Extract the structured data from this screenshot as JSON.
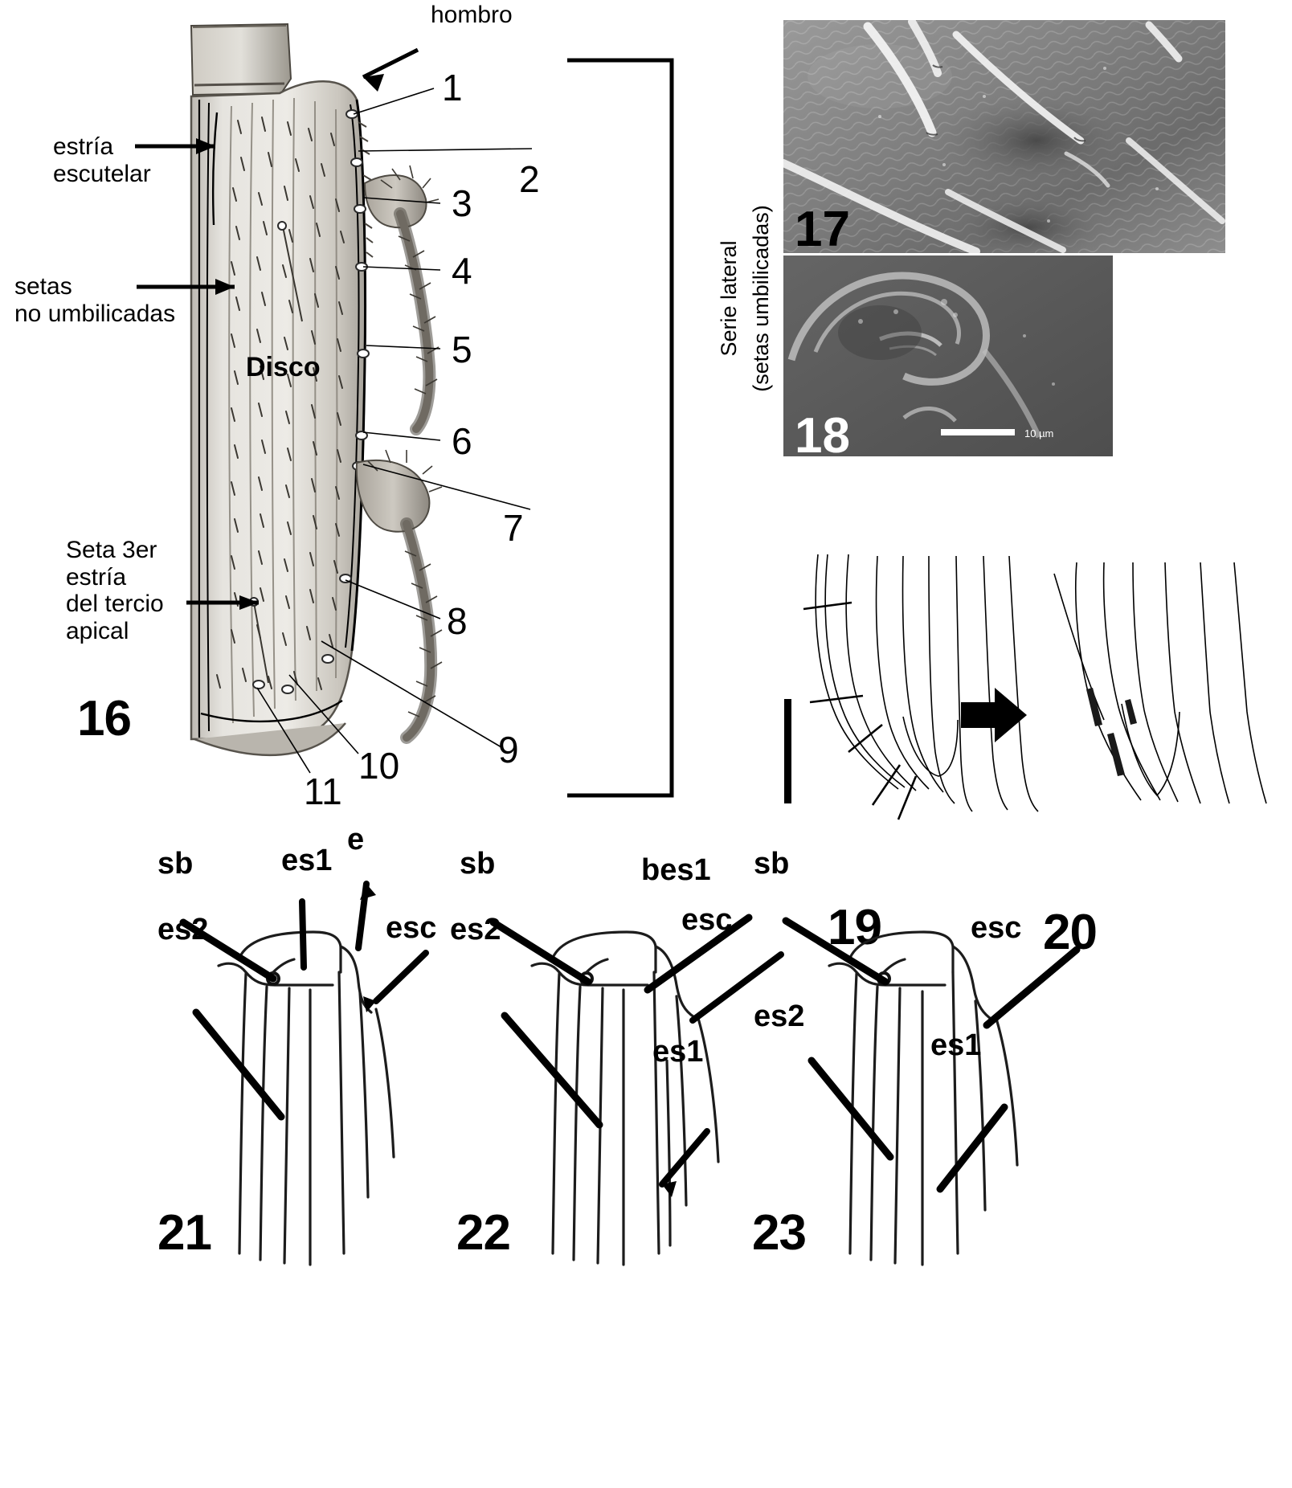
{
  "figure": {
    "type": "scientific-plate",
    "language": "es",
    "panels": [
      "16",
      "17",
      "18",
      "19",
      "20",
      "21",
      "22",
      "23"
    ]
  },
  "panel16": {
    "number": "16",
    "kind": "line-drawing-elytron",
    "disc_label": "Disco",
    "annotations": [
      {
        "id": "hombro",
        "text": "hombro"
      },
      {
        "id": "estria-escutelar",
        "text": "estría\nescutelar"
      },
      {
        "id": "setas-no-umbilicadas",
        "text": "setas\nno umbilicadas"
      },
      {
        "id": "seta-3er",
        "text": "Seta 3er\nestría\ndel tercio\napical"
      }
    ],
    "seta_numbers": [
      "1",
      "2",
      "3",
      "4",
      "5",
      "6",
      "7",
      "8",
      "9",
      "10",
      "11"
    ],
    "bracket_label_line1": "Serie lateral",
    "bracket_label_line2": "(setas umbilicadas)"
  },
  "panel17": {
    "number": "17",
    "kind": "sem-micrograph",
    "number_color": "#000000"
  },
  "panel18": {
    "number": "18",
    "kind": "sem-micrograph",
    "number_color": "#ffffff",
    "scalebar_text": "10 µm"
  },
  "panel19": {
    "number": "19",
    "kind": "line-drawing-apex",
    "has_scalebar": true
  },
  "panel20": {
    "number": "20",
    "kind": "line-drawing-apex",
    "has_arrow": true
  },
  "panel21": {
    "number": "21",
    "kind": "schematic-humeral",
    "labels": [
      {
        "id": "sb",
        "text": "sb"
      },
      {
        "id": "es2",
        "text": "es2"
      },
      {
        "id": "es1",
        "text": "es1"
      },
      {
        "id": "e",
        "text": "e"
      },
      {
        "id": "esc",
        "text": "esc"
      }
    ]
  },
  "panel22": {
    "number": "22",
    "kind": "schematic-humeral",
    "labels": [
      {
        "id": "sb",
        "text": "sb"
      },
      {
        "id": "es2",
        "text": "es2"
      },
      {
        "id": "bes1",
        "text": "bes1"
      },
      {
        "id": "esc",
        "text": "esc"
      },
      {
        "id": "es1",
        "text": "es1"
      }
    ]
  },
  "panel23": {
    "number": "23",
    "kind": "schematic-humeral",
    "labels": [
      {
        "id": "sb",
        "text": "sb"
      },
      {
        "id": "es2",
        "text": "es2"
      },
      {
        "id": "esc",
        "text": "esc"
      },
      {
        "id": "es1",
        "text": "es1"
      }
    ]
  },
  "colors": {
    "ink": "#000000",
    "paper": "#ffffff",
    "drawing_fill": "#d8d5cf",
    "sem_mid": "#8a8a8a"
  }
}
